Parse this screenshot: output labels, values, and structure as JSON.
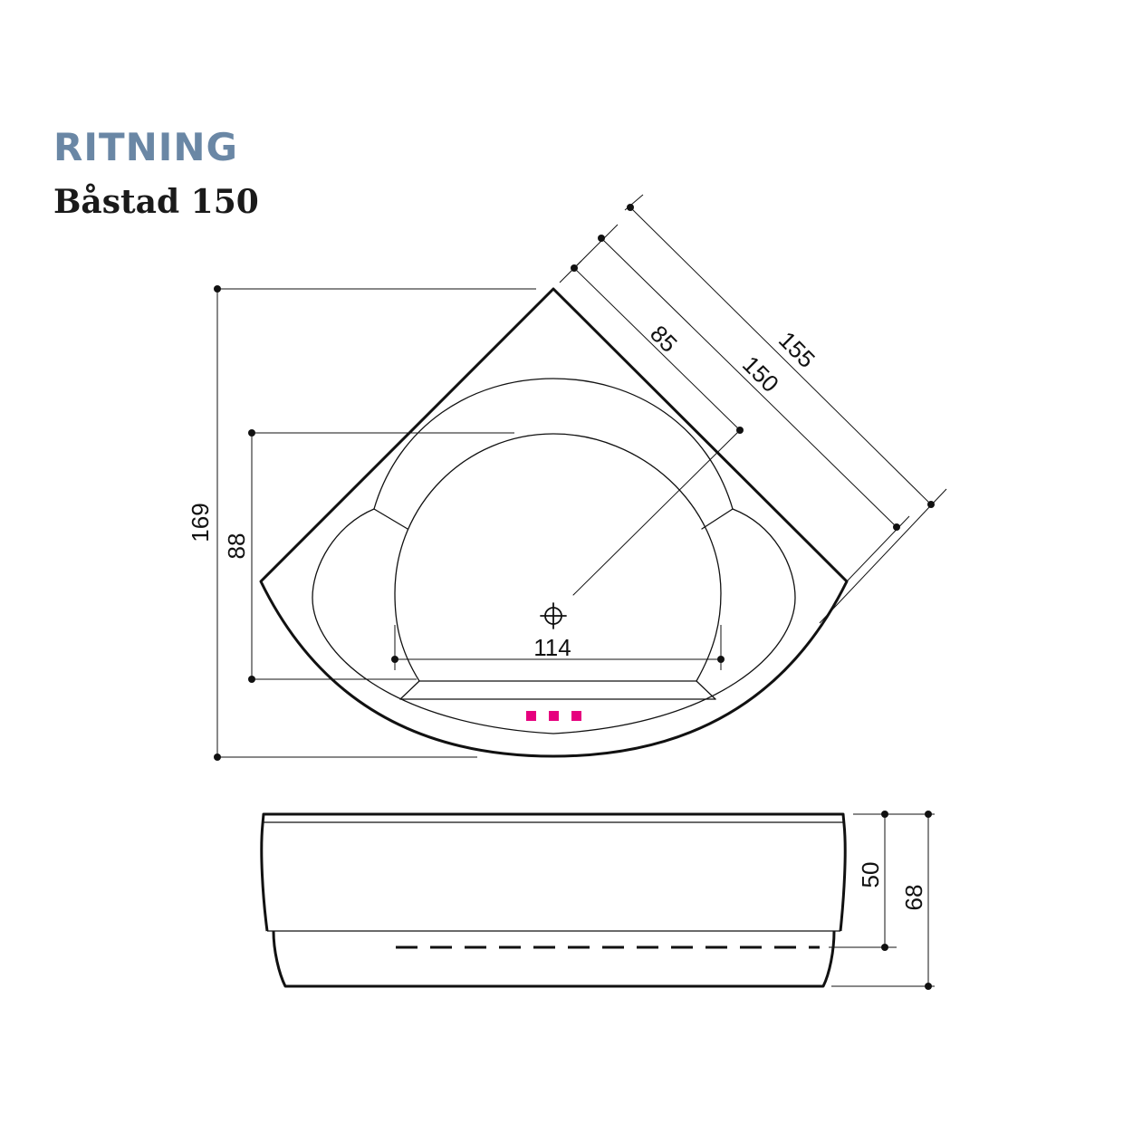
{
  "header": {
    "title": "RITNING",
    "model": "Båstad 150"
  },
  "colors": {
    "title": "#6a87a5",
    "line": "#111111",
    "jets": "#e6007e"
  },
  "dimensions": {
    "total_height": "169",
    "inner_height": "88",
    "inner_width": "114",
    "inner_depth_diag": "85",
    "side_150": "150",
    "side_155": "155",
    "water_depth": "50",
    "total_depth": "68"
  }
}
